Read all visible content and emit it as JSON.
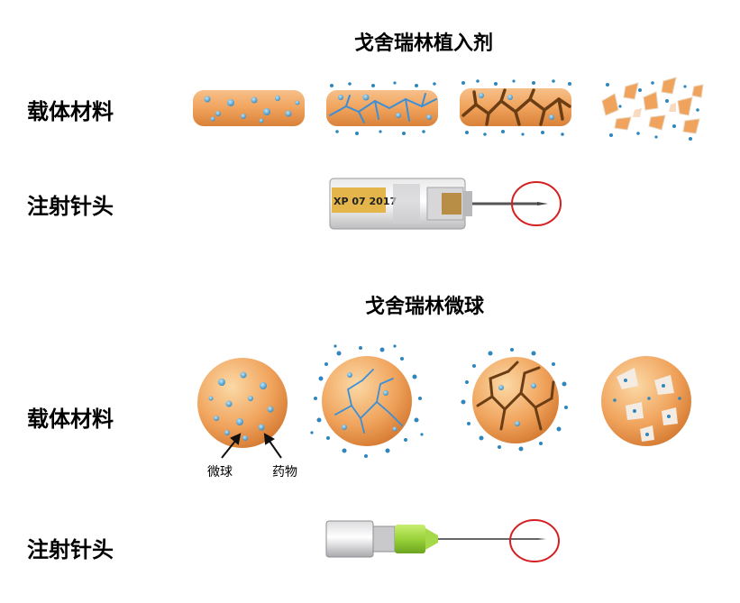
{
  "implant": {
    "title": "戈舍瑞林植入剂",
    "carrier_label": "载体材料",
    "needle_label": "注射针头",
    "syringe_text": "XP 07 2017"
  },
  "microsphere": {
    "title": "戈舍瑞林微球",
    "carrier_label": "载体材料",
    "needle_label": "注射针头",
    "microsphere_callout": "微球",
    "drug_callout": "药物"
  },
  "colors": {
    "carrier_orange": "#f0a35c",
    "drug_blue": "#3a93c8",
    "crack_brown": "#6b3d14",
    "crack_blue": "#3c8fd6",
    "needle_hub_green": "#9ad23a",
    "highlight_circle": "#d42020"
  }
}
